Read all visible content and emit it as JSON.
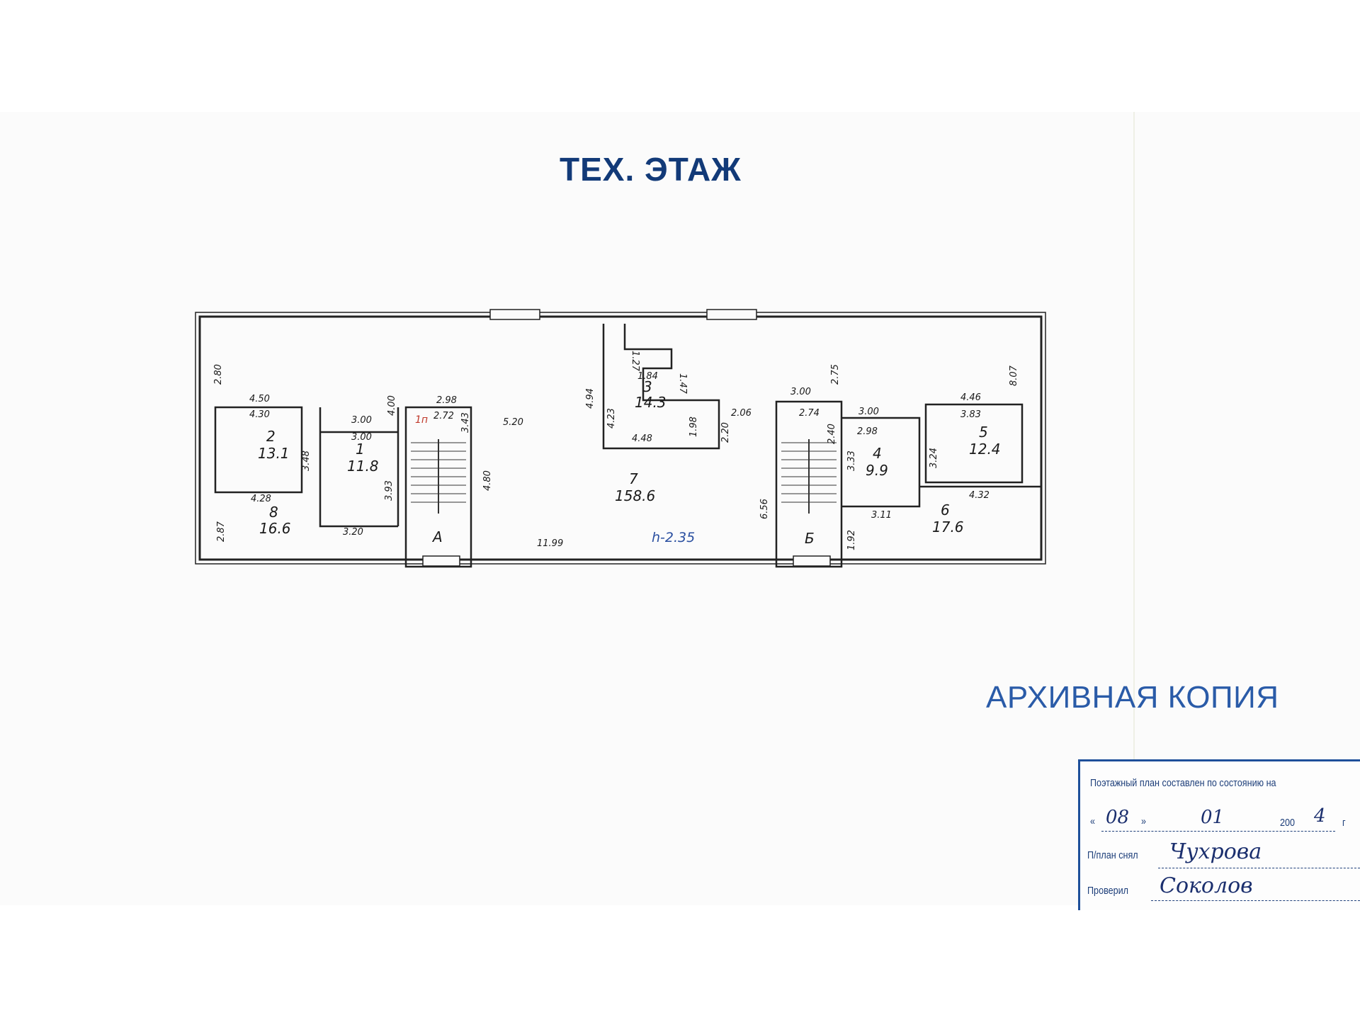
{
  "header": {
    "title": "ТЕХ. ЭТАЖ"
  },
  "watermark": {
    "text": "АРХИВНАЯ КОПИЯ",
    "color": "#2a5ba8"
  },
  "plan": {
    "rooms": [
      {
        "number": "1",
        "area": "11.8"
      },
      {
        "number": "2",
        "area": "13.1"
      },
      {
        "number": "3",
        "area": "14.3"
      },
      {
        "number": "4",
        "area": "9.9"
      },
      {
        "number": "5",
        "area": "12.4"
      },
      {
        "number": "6",
        "area": "17.6"
      },
      {
        "number": "7",
        "area": "158.6"
      },
      {
        "number": "8",
        "area": "16.6"
      }
    ],
    "stairs": {
      "left": "А",
      "right": "Б"
    },
    "height_note": "h-2.35",
    "marker": "1п",
    "dimensions": [
      "2.80",
      "4.50",
      "4.30",
      "3.48",
      "4.28",
      "2.87",
      "3.20",
      "3.00",
      "3.00",
      "4.00",
      "3.93",
      "2.98",
      "2.72",
      "3.43",
      "4.80",
      "5.20",
      "4.94",
      "4.23",
      "1.27",
      "1.84",
      "1.47",
      "4.48",
      "1.98",
      "2.06",
      "2.20",
      "3.00",
      "2.74",
      "2.75",
      "2.40",
      "3.00",
      "2.98",
      "3.33",
      "6.56",
      "1.92",
      "3.11",
      "4.46",
      "3.83",
      "8.07",
      "3.24",
      "4.32",
      "11.99"
    ]
  },
  "stamp": {
    "header": "Поэтажный план составлен по состоянию на",
    "date_day": "08",
    "date_month": "01",
    "year_prefix": "200",
    "year_suffix": "4",
    "year_mark": "г",
    "surveyed_label": "П/план снял",
    "surveyed_by": "Чухрова",
    "checked_label": "Проверил",
    "checked_by": "Соколов"
  }
}
